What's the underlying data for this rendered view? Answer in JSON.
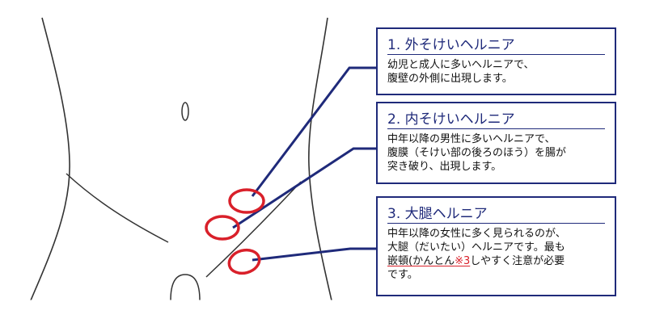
{
  "colors": {
    "navy": "#1f2a7a",
    "red": "#d9202a",
    "outline": "#333333",
    "background": "#ffffff"
  },
  "hernias": [
    {
      "title": "1. 外そけいヘルニア",
      "lines": [
        "幼児と成人に多いヘルニアで、",
        "腹壁の外側に出現します。"
      ]
    },
    {
      "title": "2. 内そけいヘルニア",
      "lines": [
        "中年以降の男性に多いヘルニアで、",
        "腹膜（そけい部の後ろのほう）を腸が",
        "突き破り、出現します。"
      ]
    },
    {
      "title": "3. 大腿ヘルニア",
      "lines": [
        "中年以降の女性に多く見られるのが、",
        "大腿（だいたい）ヘルニアです。最も"
      ],
      "last_line_underlined": "嵌頓(かんとん",
      "last_line_note": "※3",
      "last_line_rest": "しやすく注意が必要",
      "final_line": "です。"
    }
  ]
}
